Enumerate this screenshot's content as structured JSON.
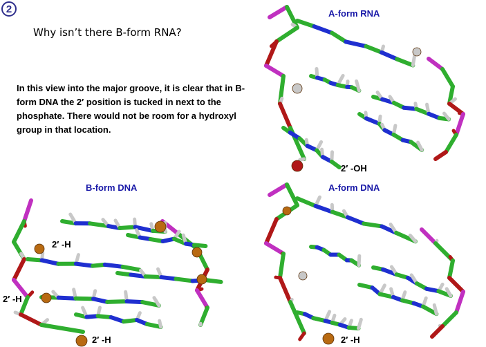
{
  "slide": {
    "number": "2",
    "question": "Why isn’t there B-form RNA?",
    "explanation": "In this view into the major groove, it is clear that in B-form DNA the 2′ position is tucked in next to the phosphate. There would not be room for a hydroxyl group in that location."
  },
  "panels": {
    "a_rna": {
      "title": "A-form RNA",
      "label_oh": "2′ -OH"
    },
    "b_dna": {
      "title": "B-form DNA",
      "label_h1": "2′ -H",
      "label_h2": "2′ -H",
      "label_h3": "2′ -H"
    },
    "a_dna": {
      "title": "A-form DNA",
      "label_h": "2′ -H"
    }
  },
  "colors": {
    "carbon": "#2fae2f",
    "nitrogen": "#1f2fd0",
    "oxygen": "#b01818",
    "phosphorus": "#c030c0",
    "hydrogen": "#c8c8c8",
    "h2_sphere": "#b86a12",
    "title_blue": "#1a1aa8"
  }
}
